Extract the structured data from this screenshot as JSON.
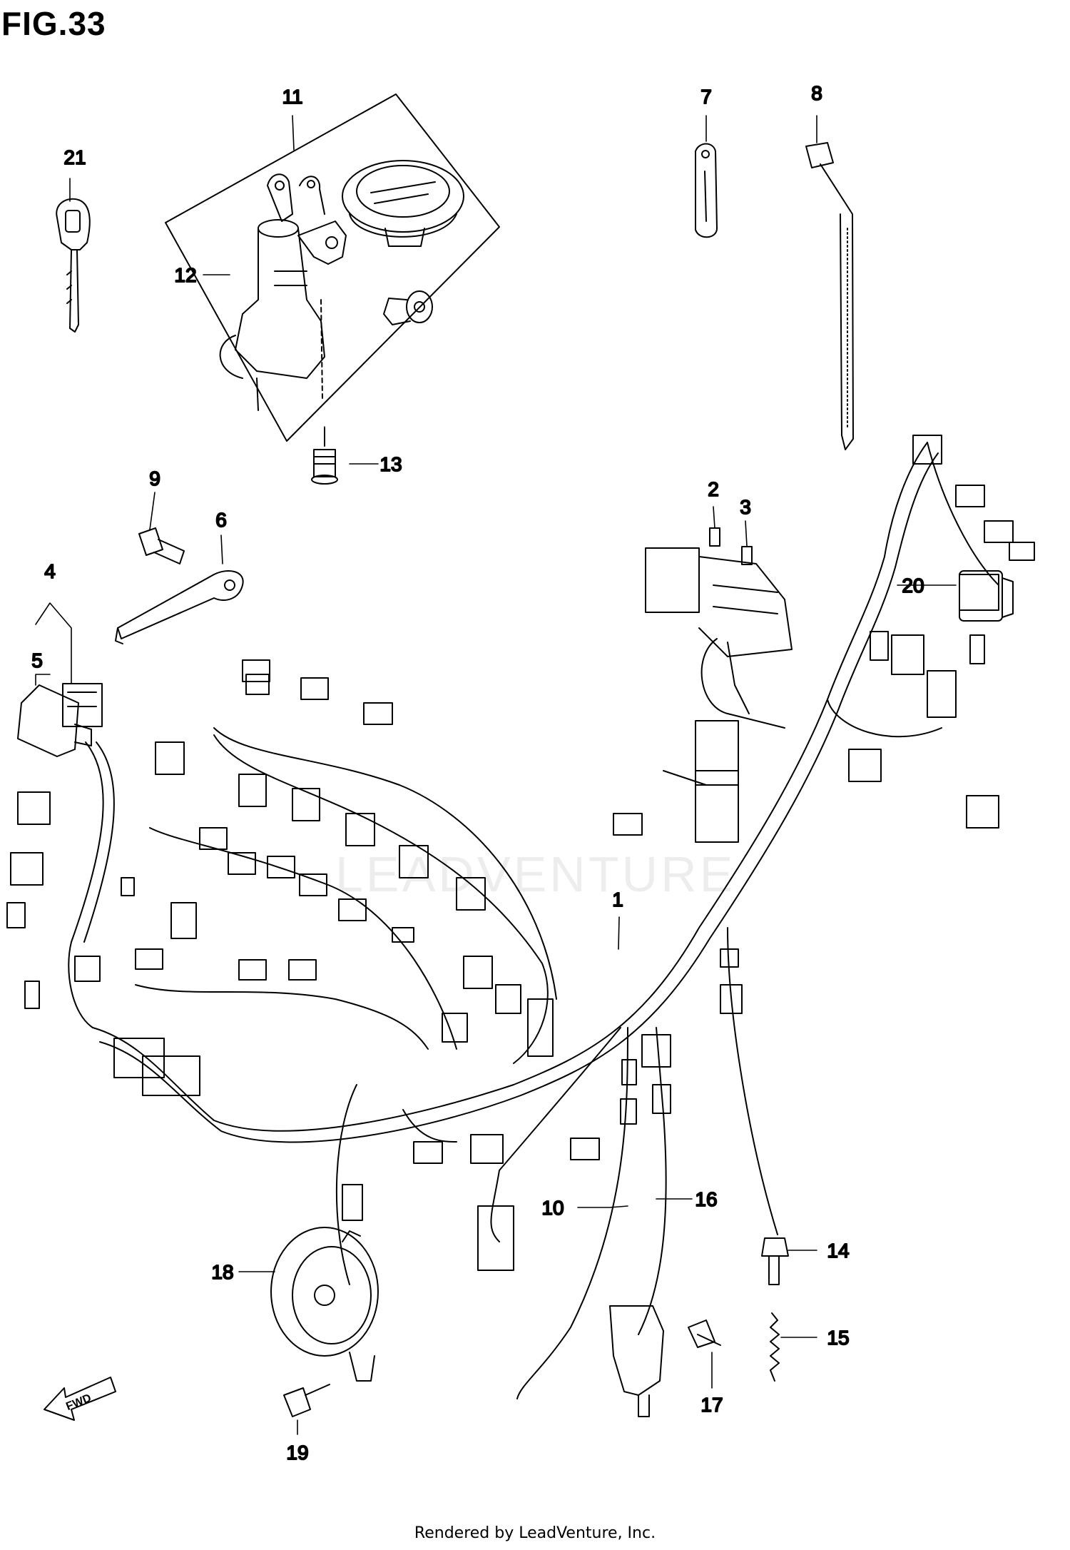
{
  "figure": {
    "title": "FIG.33"
  },
  "watermark": "LEADVENTURE",
  "fwd_label": "FWD",
  "callouts": [
    {
      "id": "c1",
      "label": "1"
    },
    {
      "id": "c2",
      "label": "2"
    },
    {
      "id": "c3",
      "label": "3"
    },
    {
      "id": "c4",
      "label": "4"
    },
    {
      "id": "c5",
      "label": "5"
    },
    {
      "id": "c6",
      "label": "6"
    },
    {
      "id": "c7",
      "label": "7"
    },
    {
      "id": "c8",
      "label": "8"
    },
    {
      "id": "c9",
      "label": "9"
    },
    {
      "id": "c10",
      "label": "10"
    },
    {
      "id": "c11",
      "label": "11"
    },
    {
      "id": "c12",
      "label": "12"
    },
    {
      "id": "c13",
      "label": "13"
    },
    {
      "id": "c14",
      "label": "14"
    },
    {
      "id": "c15",
      "label": "15"
    },
    {
      "id": "c16",
      "label": "16"
    },
    {
      "id": "c17",
      "label": "17"
    },
    {
      "id": "c18",
      "label": "18"
    },
    {
      "id": "c19",
      "label": "19"
    },
    {
      "id": "c20",
      "label": "20"
    },
    {
      "id": "c21",
      "label": "21"
    }
  ],
  "footer": {
    "text": "Rendered by LeadVenture, Inc."
  }
}
